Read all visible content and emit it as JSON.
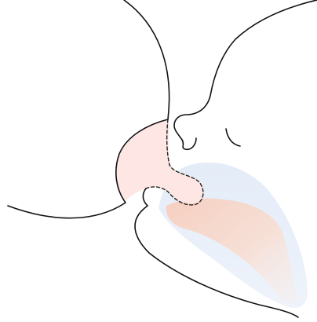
{
  "illustration": {
    "subject": "breastfeeding-latch",
    "colors": {
      "outline": "#111111",
      "background": "#ffffff",
      "areola_fill": "#fde6e3",
      "mouth_cavity_fill": "#e7eef9",
      "tongue_fill": "#f8d6c8",
      "nipple_outline_dashed": "#222222"
    },
    "parts": [
      "breast",
      "areola",
      "nipple",
      "baby-nose",
      "baby-eye",
      "upper-lip",
      "lower-lip",
      "chin",
      "mouth-cavity",
      "tongue"
    ]
  }
}
